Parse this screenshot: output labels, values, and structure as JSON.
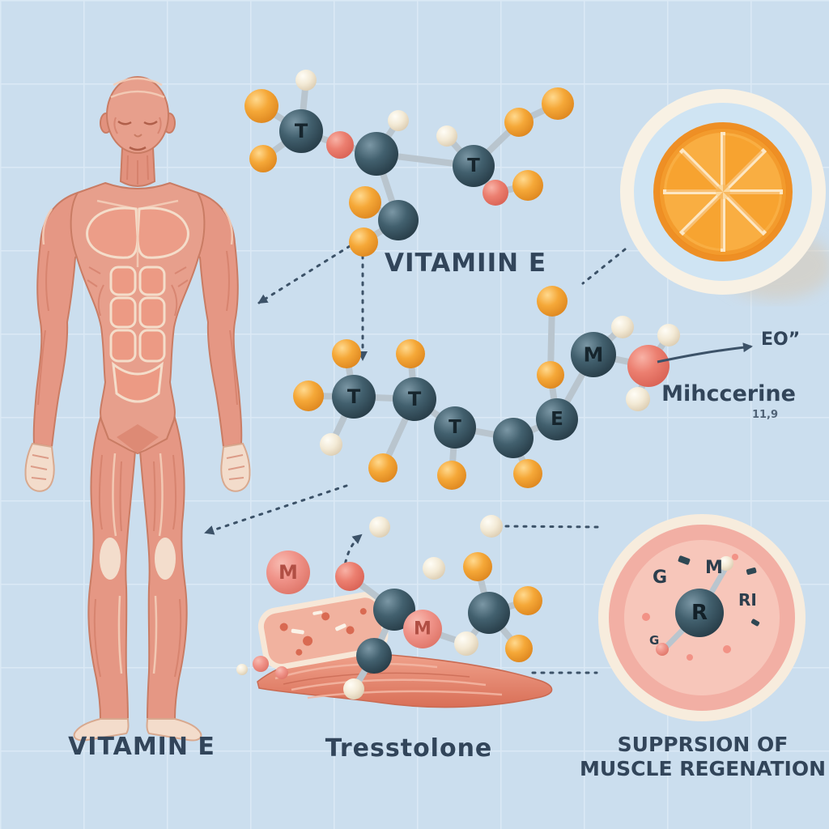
{
  "colors": {
    "background": "#cbdeee",
    "grid_line": "#dbe9f5",
    "atom_orange": "#f09f2e",
    "atom_teal": "#2f4854",
    "atom_pink": "#ee8b7e",
    "atom_red": "#e86a5d",
    "atom_cream": "#f0e6d2",
    "bond_gray": "#b9c5ce",
    "label_text": "#32455a",
    "skin": "#e79f8c",
    "muscle_shadow": "#cf7a64",
    "highlight_cream": "#f6e7d8",
    "orange_fruit": "#f29b2c",
    "inset_pink": "#f2afa4"
  },
  "labels": {
    "vitamin_molecule_title": "VITAMIIN E",
    "vitamin_bottom": "VITAMIN E",
    "tresstolone": "Tresstolone",
    "suppression_line1": "SUPPRSION OF",
    "suppression_line2": "MUSCLE REGENATION",
    "eo": "EO”",
    "mihccerine": "Mihccerine",
    "mihccerine_note": "11,9"
  },
  "atom_labels": {
    "t": "T",
    "e": "E",
    "m": "M",
    "r": "R",
    "g": "G",
    "ri": "RI"
  }
}
